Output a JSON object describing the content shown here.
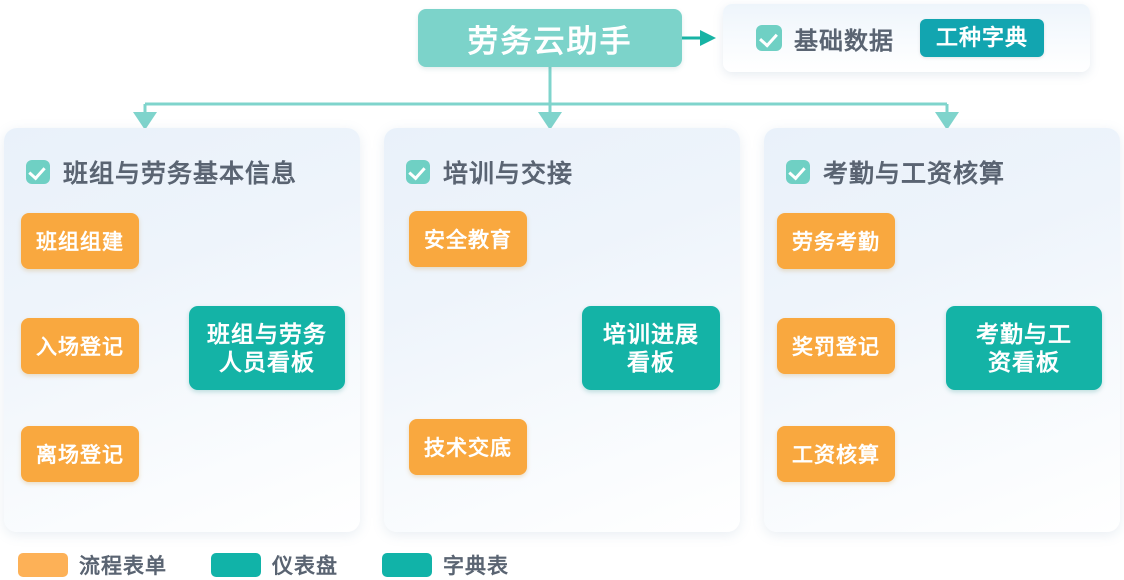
{
  "header": {
    "title": "劳务云助手",
    "basic_panel": {
      "checkbox_icon": "check-box-icon",
      "label": "基础数据",
      "dict_button": "工种字典"
    }
  },
  "colors": {
    "title_box": "#7CD3CA",
    "flow_form_orange": "#F9A83F",
    "dashboard_teal": "#14B3A6",
    "dict_teal": "#12A5B0",
    "checkbox_mint": "#6FD0C4",
    "connector_light_teal": "#7FD4CC",
    "connector_teal": "#17B3A4",
    "card_title_text": "#5A6472",
    "down_triangle": "#FBD9A8"
  },
  "cards": [
    {
      "id": "card-0",
      "checkbox_icon": "check-box-icon",
      "title": "班组与劳务基本信息",
      "flow_steps": [
        "班组组建",
        "入场登记",
        "离场登记"
      ],
      "dashboard": "班组与劳务\n人员看板",
      "dashboard_lines": [
        "班组与劳务",
        "人员看板"
      ]
    },
    {
      "id": "card-1",
      "checkbox_icon": "check-box-icon",
      "title": "培训与交接",
      "flow_steps": [
        "安全教育",
        "技术交底"
      ],
      "dashboard": "培训进展\n看板",
      "dashboard_lines": [
        "培训进展",
        "看板"
      ]
    },
    {
      "id": "card-2",
      "checkbox_icon": "check-box-icon",
      "title": "考勤与工资核算",
      "flow_steps": [
        "劳务考勤",
        "奖罚登记",
        "工资核算"
      ],
      "dashboard": "考勤与工\n资看板",
      "dashboard_lines": [
        "考勤与工",
        "资看板"
      ]
    }
  ],
  "legend": [
    {
      "swatch_color": "#FDB157",
      "label": "流程表单"
    },
    {
      "swatch_color": "#11B3A8",
      "label": "仪表盘"
    },
    {
      "swatch_color": "#11B3A8",
      "label": "字典表"
    }
  ]
}
